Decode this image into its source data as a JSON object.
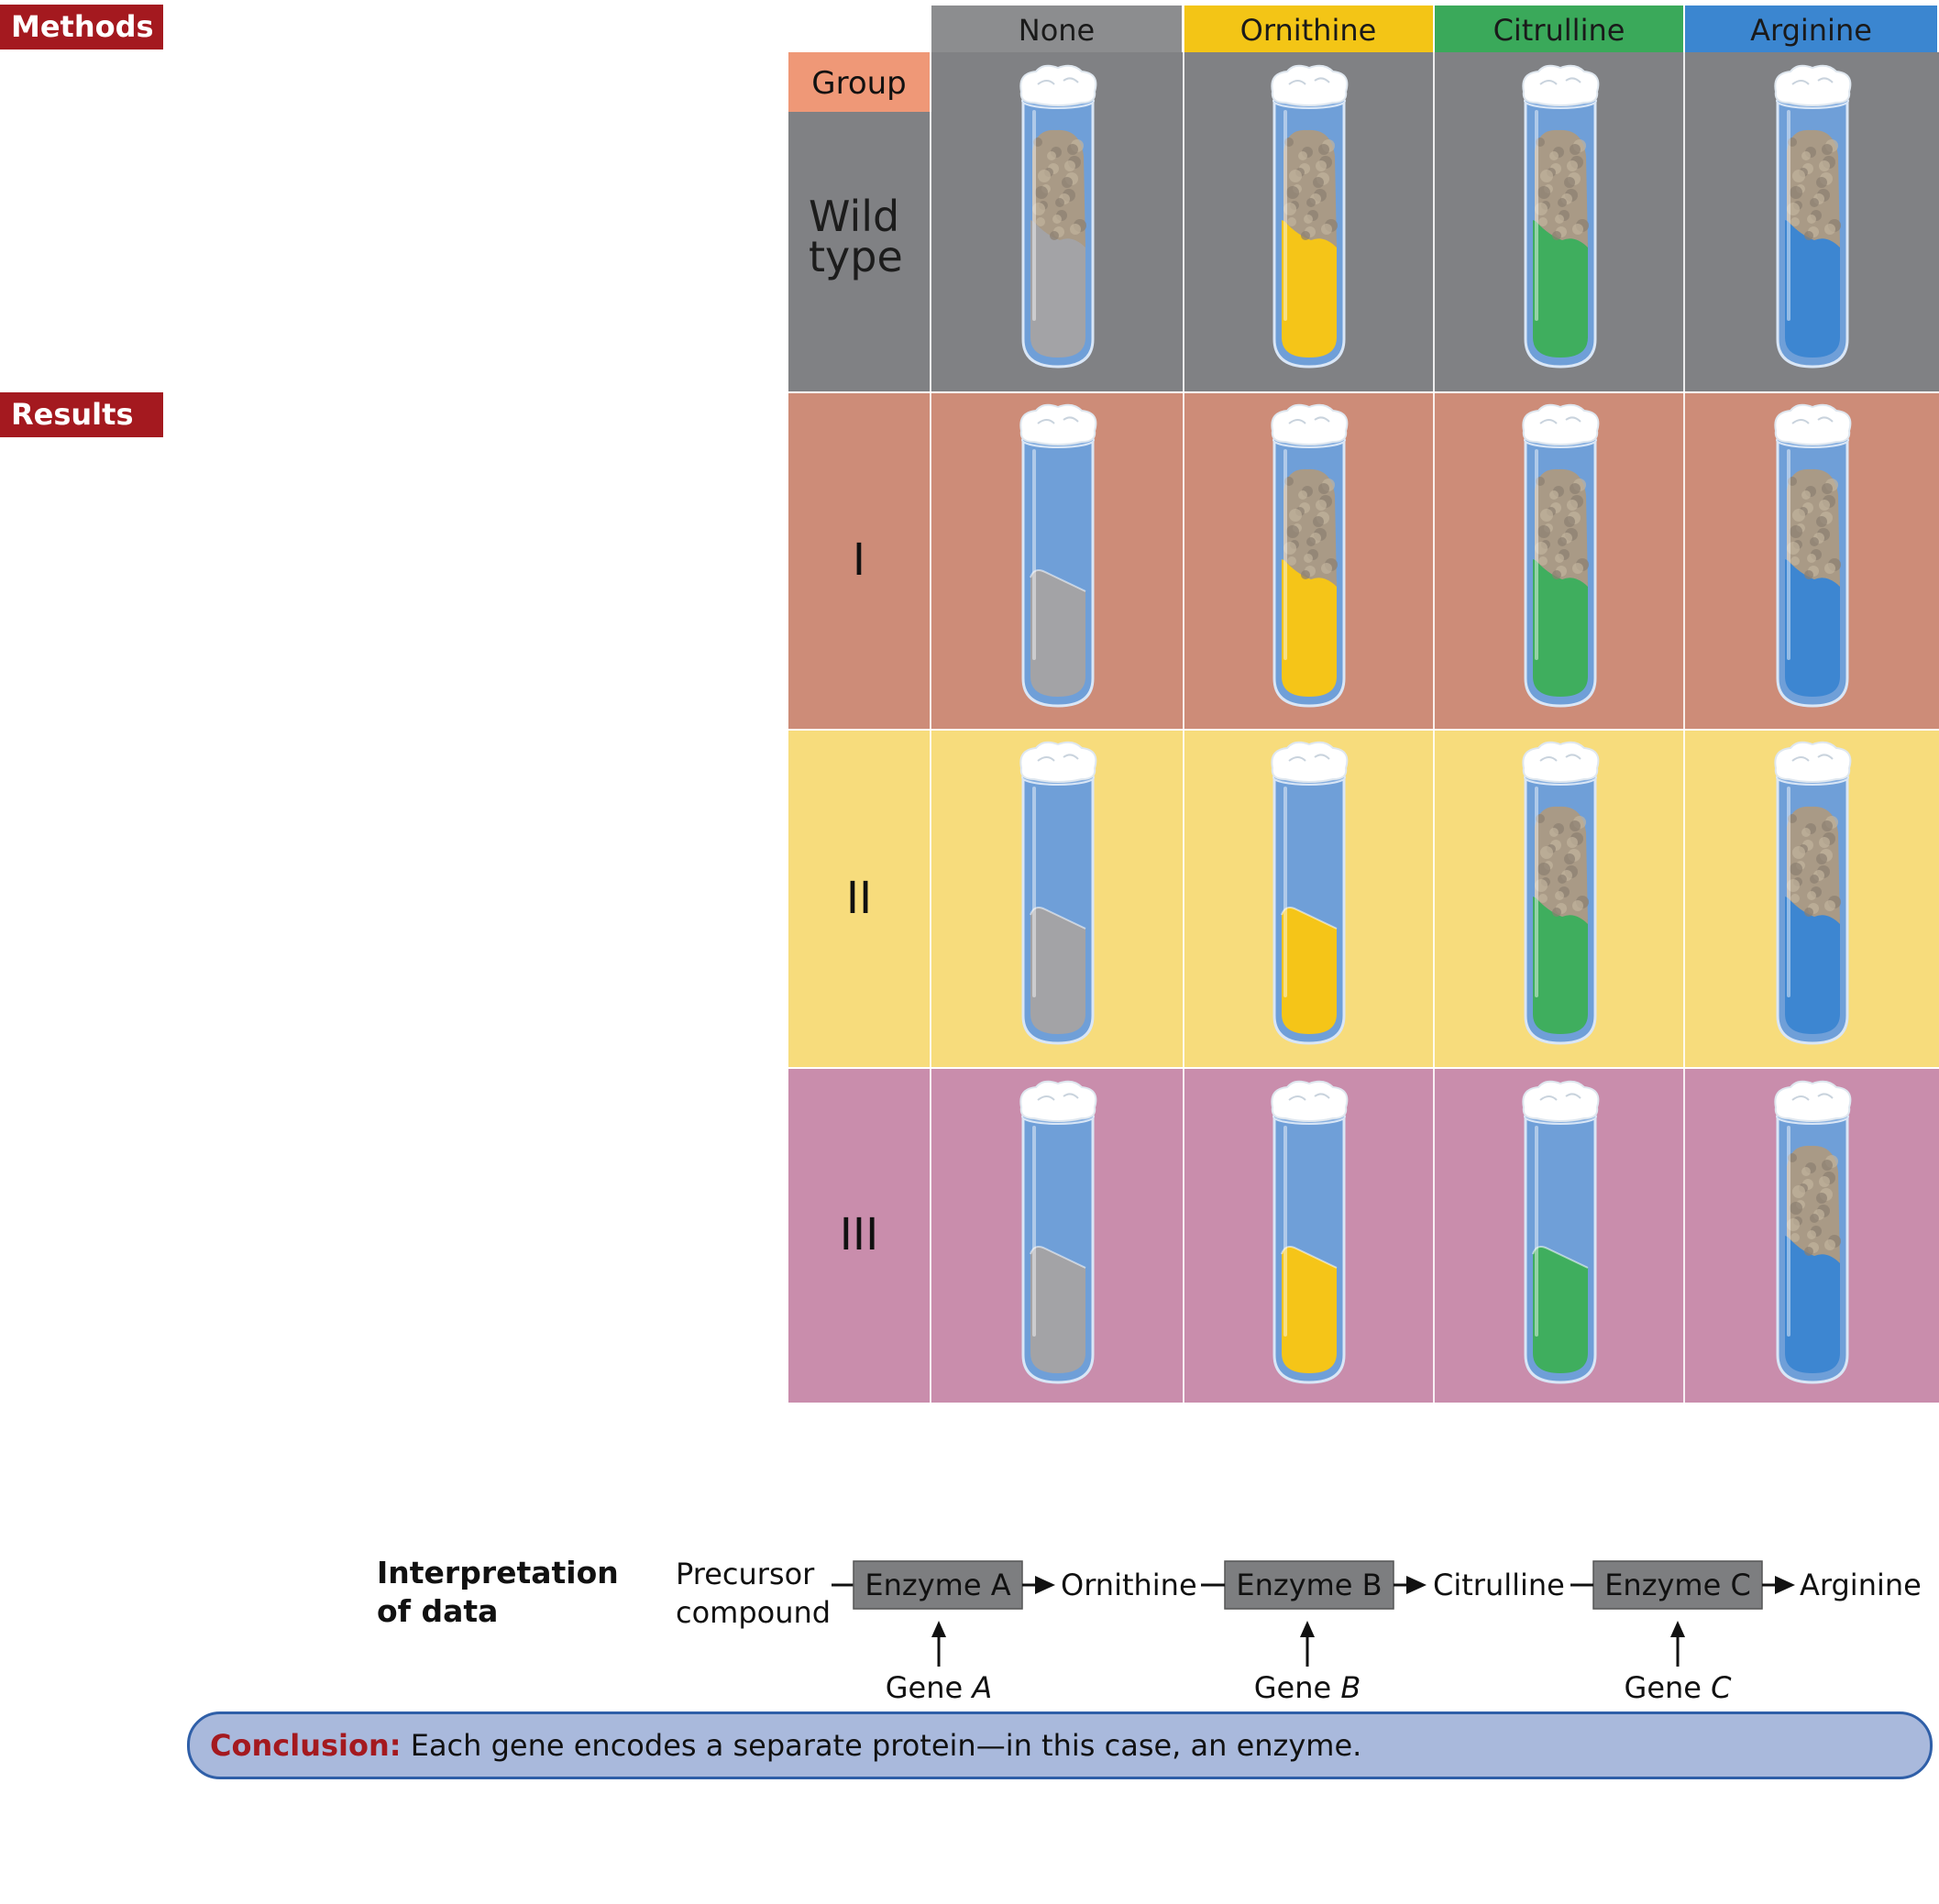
{
  "labels": {
    "methods": "Methods",
    "results": "Results"
  },
  "table": {
    "corner": "Group",
    "columns": [
      {
        "label": "None",
        "color": "#8c8d8f",
        "liquid": "#a3a3a6"
      },
      {
        "label": "Ornithine",
        "color": "#f3c516",
        "liquid": "#f5c518"
      },
      {
        "label": "Citrulline",
        "color": "#3aa95a",
        "liquid": "#3fae5e"
      },
      {
        "label": "Arginine",
        "color": "#3b86d0",
        "liquid": "#3d86d1"
      }
    ],
    "rows": [
      {
        "label_lines": [
          "Wild",
          "type"
        ],
        "bg": "#808184",
        "growth": [
          true,
          true,
          true,
          true
        ]
      },
      {
        "label_lines": [
          "I"
        ],
        "bg": "#cd8c78",
        "growth": [
          false,
          true,
          true,
          true
        ]
      },
      {
        "label_lines": [
          "II"
        ],
        "bg": "#f7dc7c",
        "growth": [
          false,
          false,
          true,
          true
        ]
      },
      {
        "label_lines": [
          "III"
        ],
        "bg": "#c98dac",
        "growth": [
          false,
          false,
          false,
          true
        ]
      }
    ]
  },
  "interpretation": {
    "title": "Interpretation\nof data",
    "precursor_lines": [
      "Precursor",
      "compound"
    ],
    "enzymes": [
      "Enzyme A",
      "Enzyme B",
      "Enzyme C"
    ],
    "products": [
      "Ornithine",
      "Citrulline",
      "Arginine"
    ],
    "genes": [
      {
        "prefix": "Gene",
        "letter": "A"
      },
      {
        "prefix": "Gene",
        "letter": "B"
      },
      {
        "prefix": "Gene",
        "letter": "C"
      }
    ],
    "enzyme_fill": "#7d7e80"
  },
  "conclusion": {
    "lead": "Conclusion:",
    "text": " Each gene encodes a separate protein—in this case, an enzyme."
  }
}
